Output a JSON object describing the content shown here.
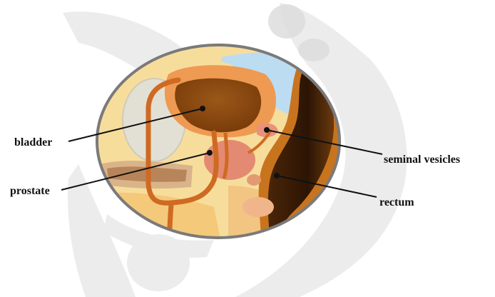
{
  "labels": {
    "bladder": "bladder",
    "prostate": "prostate",
    "seminal_vesicles": "seminal vesicles",
    "rectum": "rectum"
  },
  "colors": {
    "background_silhouette": "#ececec",
    "fat_tissue": "#f7dd9c",
    "bone": "#e2e0d4",
    "bladder_wall": "#ee9a52",
    "bladder_lumen": "#8a4a12",
    "prostate": "#e48a72",
    "urethra": "#cf6a22",
    "rectum_wall": "#c8741e",
    "rectum_lumen": "#2e1606",
    "cavity": "#bcdcf2",
    "lens_border": "#7a7a7a",
    "leader_line": "#111111"
  },
  "icons": [
    "pelvis-silhouette",
    "magnified-lens"
  ]
}
